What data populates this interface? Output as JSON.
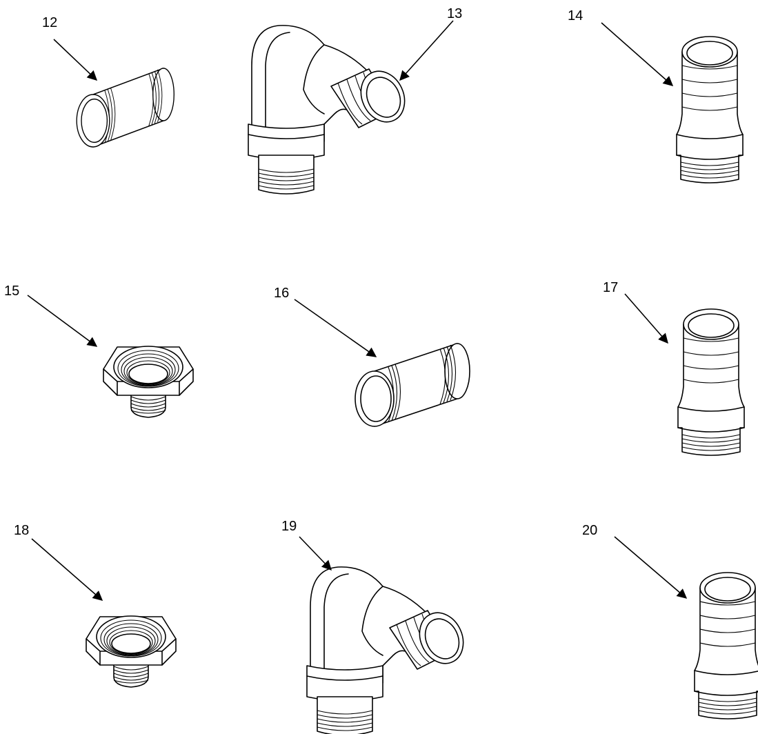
{
  "callouts": [
    {
      "id": "12",
      "label": "12",
      "part": "pipe-nipple-short"
    },
    {
      "id": "13",
      "label": "13",
      "part": "elbow-barb"
    },
    {
      "id": "14",
      "label": "14",
      "part": "hose-barb-adapter"
    },
    {
      "id": "15",
      "label": "15",
      "part": "hex-bushing"
    },
    {
      "id": "16",
      "label": "16",
      "part": "pipe-nipple-long"
    },
    {
      "id": "17",
      "label": "17",
      "part": "hose-barb-adapter"
    },
    {
      "id": "18",
      "label": "18",
      "part": "hex-bushing"
    },
    {
      "id": "19",
      "label": "19",
      "part": "elbow-barb"
    },
    {
      "id": "20",
      "label": "20",
      "part": "hose-barb-adapter"
    }
  ],
  "colors": {
    "ink": "#000000",
    "background": "#ffffff"
  }
}
